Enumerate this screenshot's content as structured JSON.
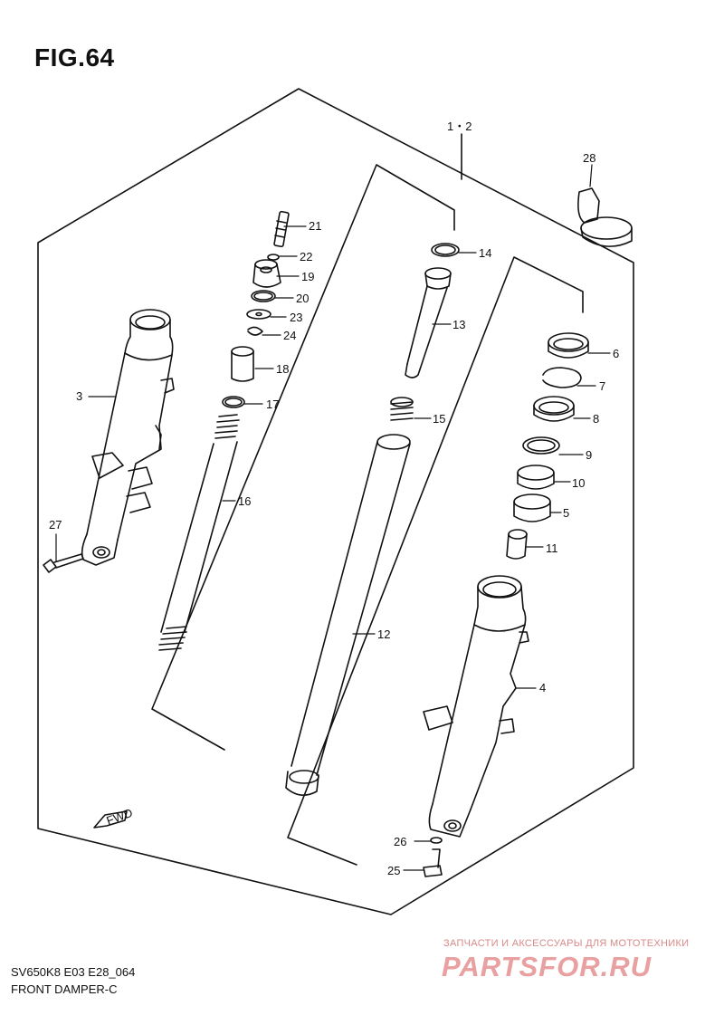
{
  "figure": {
    "title": "FIG.64",
    "model_code": "SV650K8 E03 E28_064",
    "caption": "FRONT DAMPER-C"
  },
  "assembly_label": "1・2",
  "fwd_label": "FWD",
  "watermark": {
    "line1": "ЗАПЧАСТИ И АКСЕССУАРЫ ДЛЯ МОТОТЕХНИКИ",
    "line2": "PARTSFOR.RU"
  },
  "part_labels": [
    "3",
    "4",
    "5",
    "6",
    "7",
    "8",
    "9",
    "10",
    "11",
    "12",
    "13",
    "14",
    "15",
    "16",
    "17",
    "18",
    "19",
    "20",
    "21",
    "22",
    "23",
    "24",
    "25",
    "26",
    "27",
    "28"
  ]
}
